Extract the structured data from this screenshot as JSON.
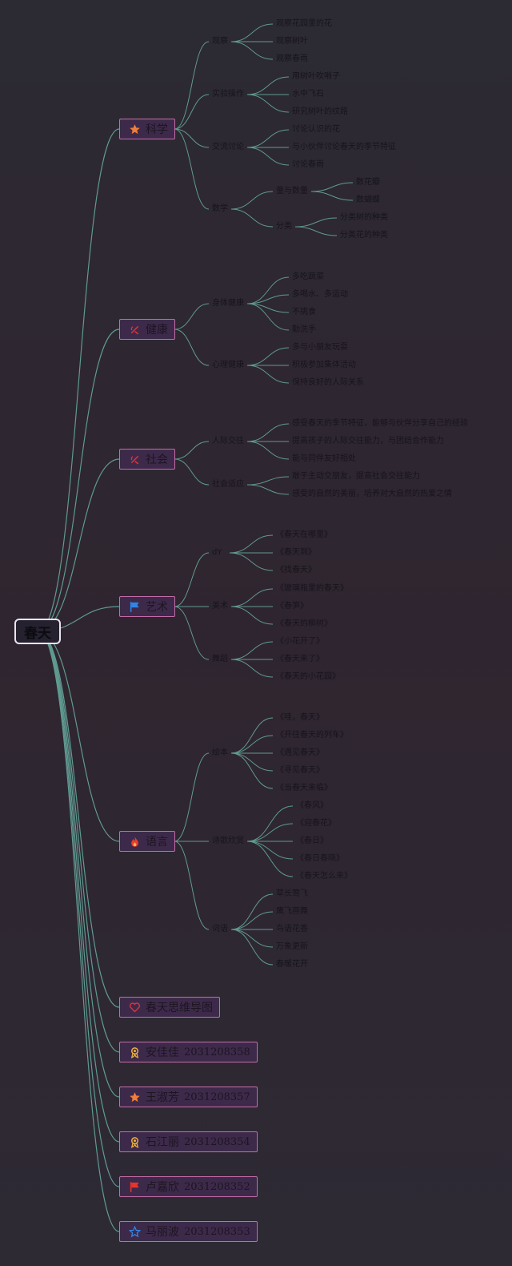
{
  "root": {
    "label": "春天"
  },
  "branches": [
    {
      "label": "科学",
      "icon": "star-icon",
      "children": [
        {
          "label": "观察",
          "children": [
            {
              "label": "观察花园里的花"
            },
            {
              "label": "观察树叶"
            },
            {
              "label": "观察春雨"
            }
          ]
        },
        {
          "label": "实验操作",
          "children": [
            {
              "label": "用树叶吹哨子"
            },
            {
              "label": "水中飞石"
            },
            {
              "label": "研究树叶的纹路"
            }
          ]
        },
        {
          "label": "交流讨论",
          "children": [
            {
              "label": "讨论认识的花"
            },
            {
              "label": "与小伙伴讨论春天的季节特征"
            },
            {
              "label": "讨论春雨"
            }
          ]
        },
        {
          "label": "数学",
          "children": [
            {
              "label": "量与数量",
              "children": [
                {
                  "label": "数花瓣"
                },
                {
                  "label": "数蝴蝶"
                }
              ]
            },
            {
              "label": "分类",
              "children": [
                {
                  "label": "分类树的种类"
                },
                {
                  "label": "分类花的种类"
                }
              ]
            }
          ]
        }
      ]
    },
    {
      "label": "健康",
      "icon": "hammer-sickle-icon",
      "children": [
        {
          "label": "身体健康",
          "children": [
            {
              "label": "多吃蔬菜"
            },
            {
              "label": "多喝水、多运动"
            },
            {
              "label": "不挑食"
            },
            {
              "label": "勤洗手"
            }
          ]
        },
        {
          "label": "心理健康",
          "children": [
            {
              "label": "多与小朋友玩耍"
            },
            {
              "label": "积极参加集体活动"
            },
            {
              "label": "保持良好的人际关系"
            }
          ]
        }
      ]
    },
    {
      "label": "社会",
      "icon": "hammer-sickle-icon",
      "children": [
        {
          "label": "人际交往",
          "children": [
            {
              "label": "感受春天的季节特征，能够与伙伴分享自己的经验"
            },
            {
              "label": "提高孩子的人际交往能力，与团结合作能力"
            },
            {
              "label": "能与同伴友好相处"
            }
          ]
        },
        {
          "label": "社会适应",
          "children": [
            {
              "label": "敢于主动交朋友，提高社会交往能力"
            },
            {
              "label": "感受的自然的美丽，培养对大自然的热爱之情"
            }
          ]
        }
      ]
    },
    {
      "label": "艺术",
      "icon": "flag-icon",
      "children": [
        {
          "label": "dY",
          "children": [
            {
              "label": "《春天在哪里》"
            },
            {
              "label": "《春天到》"
            },
            {
              "label": "《找春天》"
            }
          ]
        },
        {
          "label": "美术",
          "children": [
            {
              "label": "《玻璃瓶里的春天》"
            },
            {
              "label": "《春笋》"
            },
            {
              "label": "《春天的柳树》"
            }
          ]
        },
        {
          "label": "舞蹈",
          "children": [
            {
              "label": "《小花开了》"
            },
            {
              "label": "《春天来了》"
            },
            {
              "label": "《春天的小花园》"
            }
          ]
        }
      ]
    },
    {
      "label": "语言",
      "icon": "fire-icon",
      "children": [
        {
          "label": "绘本",
          "children": [
            {
              "label": "《哇，春天》"
            },
            {
              "label": "《开往春天的列车》"
            },
            {
              "label": "《遇见春天》"
            },
            {
              "label": "《寻见春天》"
            },
            {
              "label": "《当春天来临》"
            }
          ]
        },
        {
          "label": "诗歌欣赏",
          "children": [
            {
              "label": "《春风》"
            },
            {
              "label": "《迎春花》"
            },
            {
              "label": "《春日》"
            },
            {
              "label": "《春日春晓》"
            },
            {
              "label": "《春天怎么来》"
            }
          ]
        },
        {
          "label": "词语",
          "children": [
            {
              "label": "草长莺飞"
            },
            {
              "label": "鹰飞燕舞"
            },
            {
              "label": "鸟语花香"
            },
            {
              "label": "万象更新"
            },
            {
              "label": "春暖花开"
            }
          ]
        }
      ]
    },
    {
      "label": "春天思维导图",
      "icon": "heart-outline-icon",
      "children": []
    },
    {
      "label": "安佳佳",
      "number": "2031208358",
      "icon": "award-ribbon-icon",
      "children": []
    },
    {
      "label": "王淑芳",
      "number": "2031208357",
      "icon": "star-icon",
      "children": []
    },
    {
      "label": "石江丽",
      "number": "2031208354",
      "icon": "award-ribbon-icon",
      "children": []
    },
    {
      "label": "卢嘉欣",
      "number": "2031208352",
      "icon": "flag-icon-red",
      "children": []
    },
    {
      "label": "马丽波",
      "number": "2031208353",
      "icon": "star-outline-icon",
      "children": []
    }
  ],
  "colors": {
    "line": "#5f9a90",
    "node_border": "#c46ca8",
    "node_fill": "#3d2a4a",
    "root_border": "#e8e4ee"
  }
}
